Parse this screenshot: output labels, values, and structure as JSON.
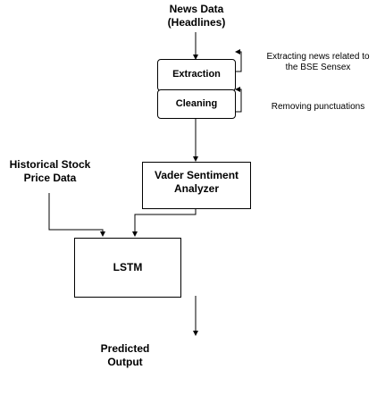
{
  "diagram": {
    "news_source": "News Data\n(Headlines)",
    "extraction": "Extraction",
    "cleaning": "Cleaning",
    "extraction_note": "Extracting news related to\nthe BSE Sensex",
    "cleaning_note": "Removing punctuations",
    "stock_data": "Historical Stock\nPrice Data",
    "vader": "Vader Sentiment\nAnalyzer",
    "lstm": "LSTM",
    "output": "Predicted\nOutput"
  }
}
